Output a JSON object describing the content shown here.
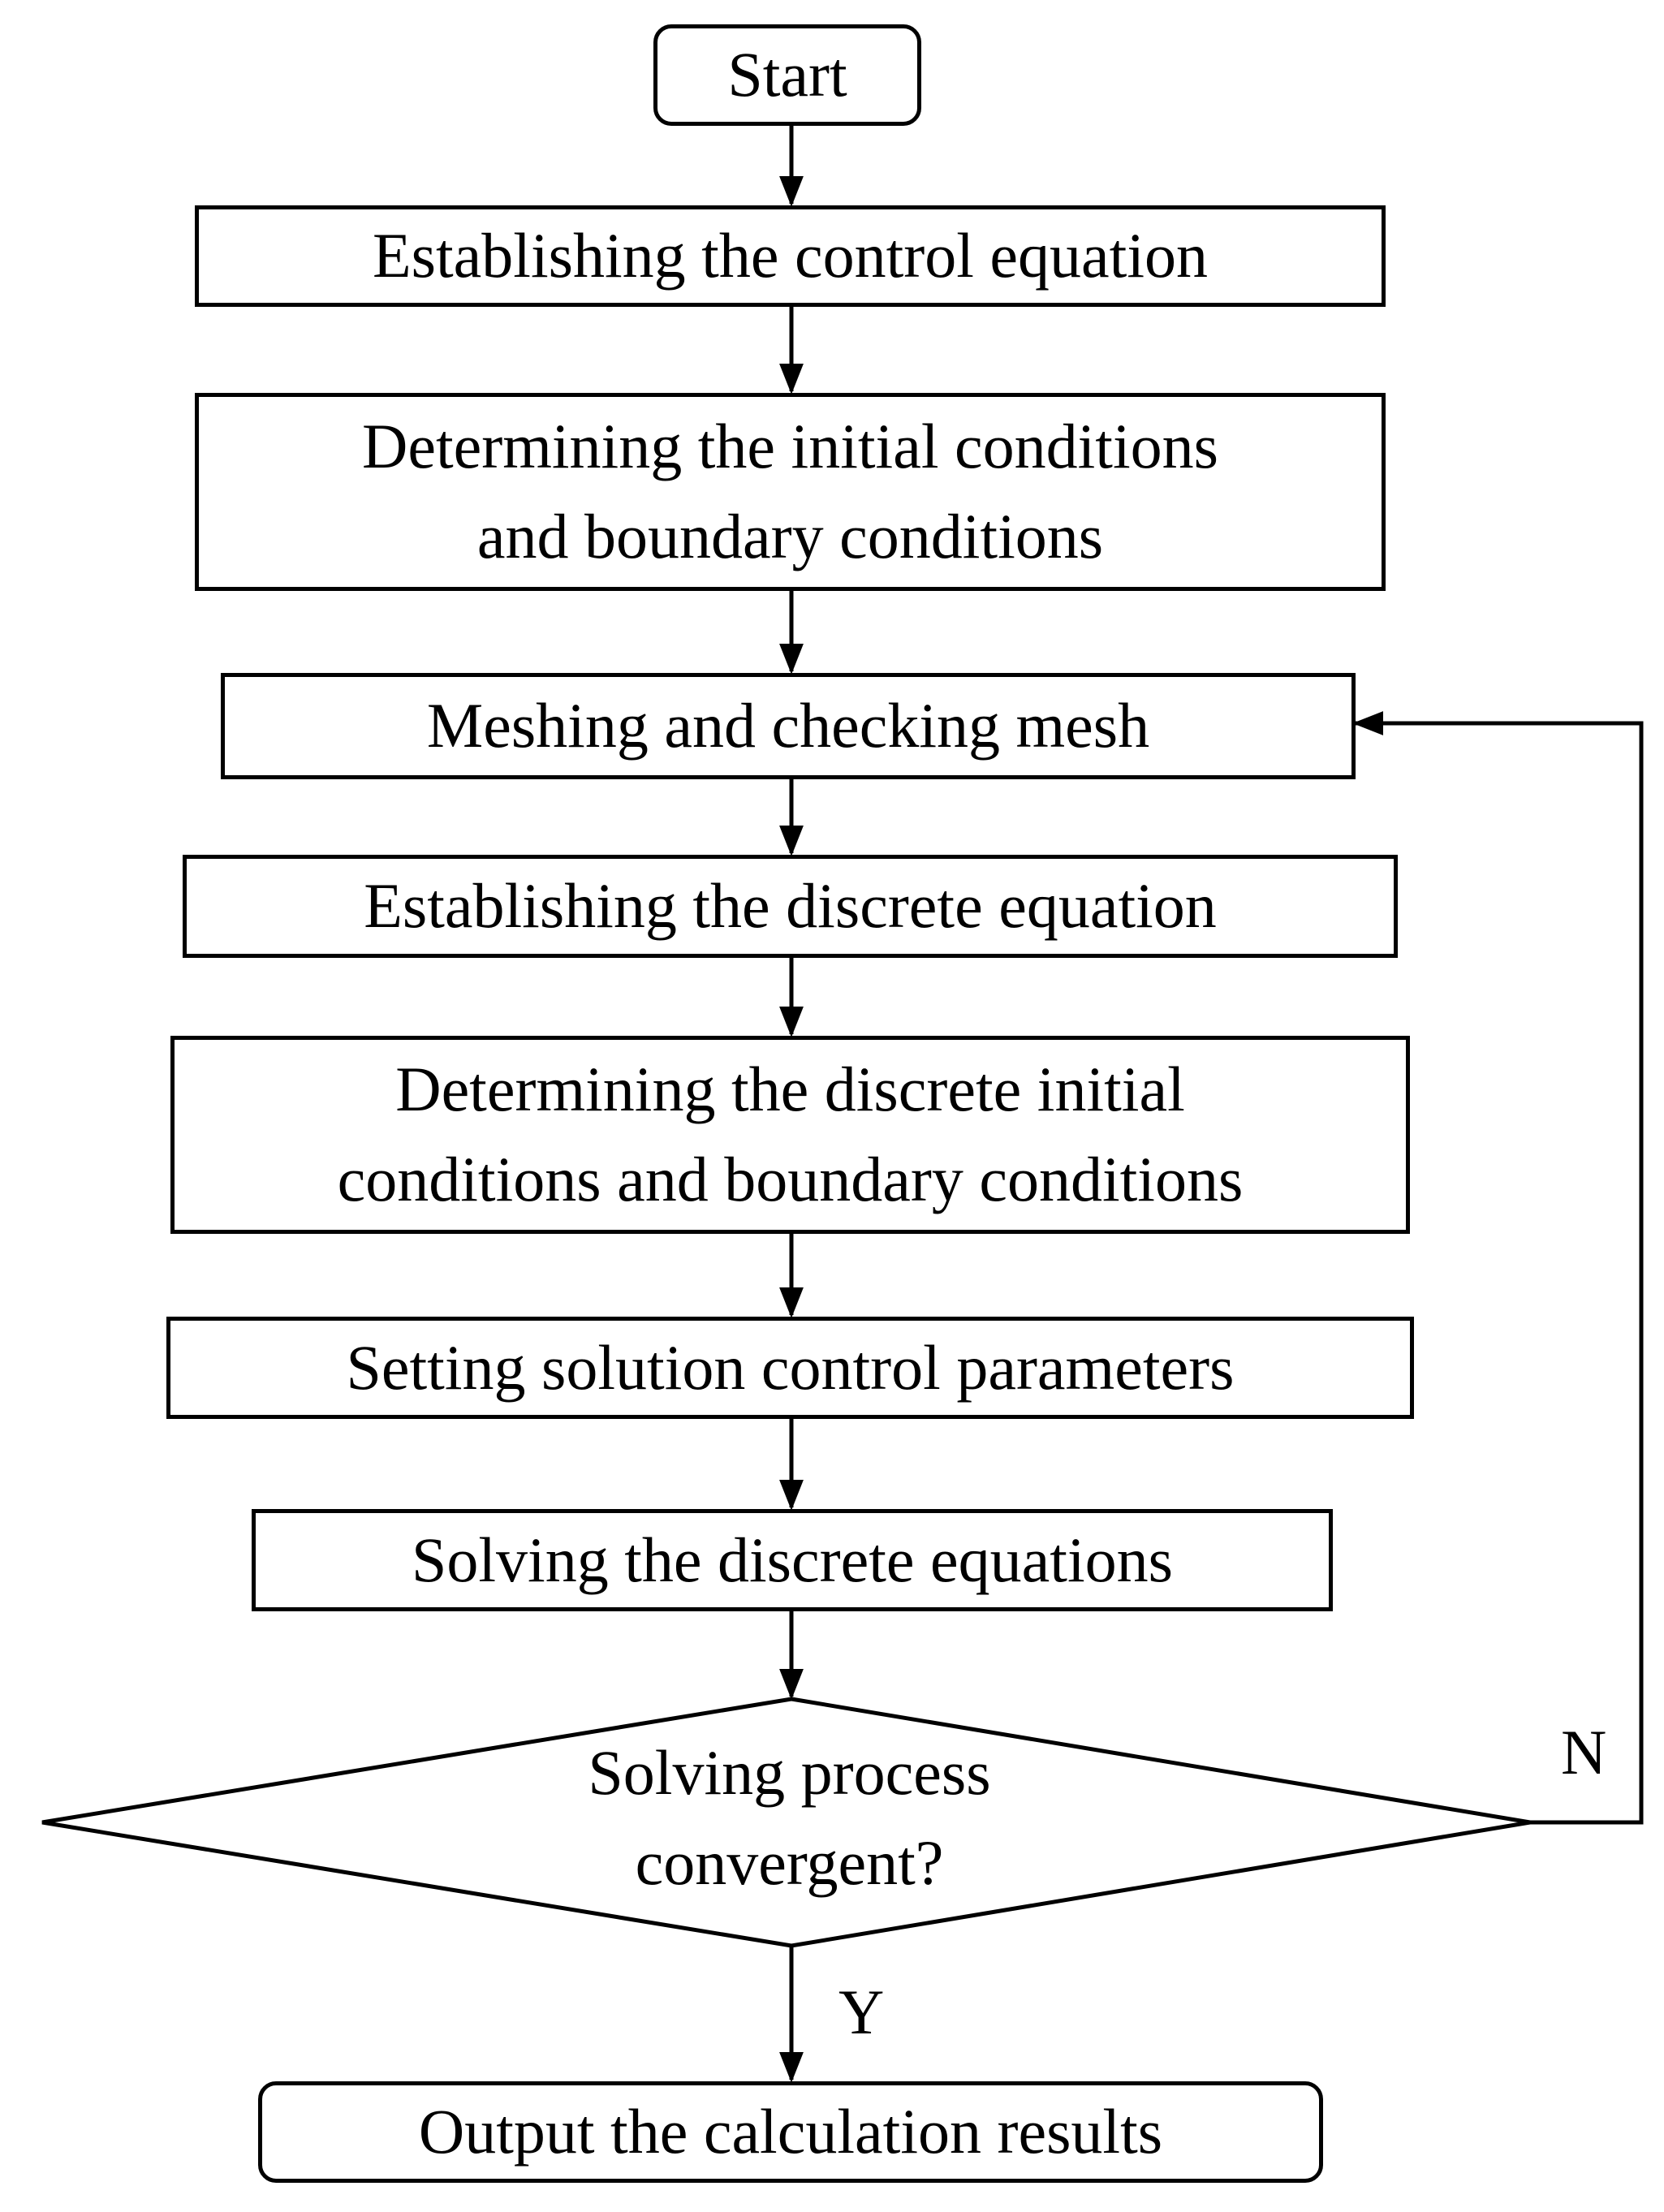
{
  "flowchart": {
    "start": "Start",
    "steps": [
      {
        "id": "control-equation",
        "lines": [
          "Establishing  the control equation"
        ]
      },
      {
        "id": "initial-boundary",
        "lines": [
          "Determining  the initial  conditions",
          "and boundary conditions"
        ]
      },
      {
        "id": "meshing",
        "lines": [
          "Meshing  and checking mesh"
        ]
      },
      {
        "id": "discrete-equation",
        "lines": [
          "Establishing  the discrete equation"
        ]
      },
      {
        "id": "discrete-initial-boundary",
        "lines": [
          "Determining  the discrete initial",
          "conditions and boundary conditions"
        ]
      },
      {
        "id": "solution-control",
        "lines": [
          "Setting solution  control parameters"
        ]
      },
      {
        "id": "solving",
        "lines": [
          "Solving  the discrete equations"
        ]
      }
    ],
    "decision": {
      "lines": [
        "Solving  process",
        "convergent?"
      ]
    },
    "branch_yes": "Y",
    "branch_no": "N",
    "end": "Output the calculation  results"
  }
}
